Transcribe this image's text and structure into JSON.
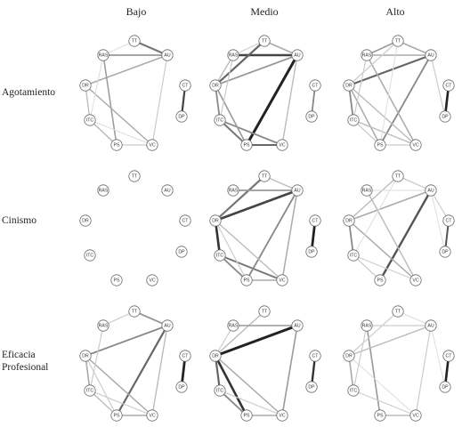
{
  "columns": [
    "Bajo",
    "Medio",
    "Alto"
  ],
  "rows": [
    "Agotamiento",
    "Cinismo",
    "Eficacia Profesional"
  ],
  "row_lines": [
    [
      "Agotamiento"
    ],
    [
      "Cinismo"
    ],
    [
      "Eficacia",
      "Profesional"
    ]
  ],
  "nodes": [
    "TT",
    "AU",
    "CT",
    "DP",
    "VC",
    "PS",
    "ITC",
    "DR",
    "RAS"
  ],
  "networks": [
    {
      "row": "Agotamiento",
      "column": "Bajo",
      "edges": [
        [
          "TT",
          "AU",
          "#777",
          2.2
        ],
        [
          "RAS",
          "AU",
          "#999",
          1.8
        ],
        [
          "DR",
          "AU",
          "#aaa",
          1.5
        ],
        [
          "RAS",
          "PS",
          "#999",
          1.5
        ],
        [
          "DR",
          "VC",
          "#aaa",
          1.4
        ],
        [
          "AU",
          "VC",
          "#ccc",
          1.2
        ],
        [
          "ITC",
          "PS",
          "#bbb",
          1.5
        ],
        [
          "DR",
          "ITC",
          "#bbb",
          1.3
        ],
        [
          "RAS",
          "ITC",
          "#ddd",
          1.0
        ],
        [
          "TT",
          "RAS",
          "#ddd",
          1.0
        ],
        [
          "CT",
          "DP",
          "#444",
          2.2
        ],
        [
          "PS",
          "VC",
          "#ccc",
          1.2
        ],
        [
          "ITC",
          "VC",
          "#ddd",
          1.0
        ]
      ]
    },
    {
      "row": "Agotamiento",
      "column": "Medio",
      "edges": [
        [
          "RAS",
          "AU",
          "#444",
          2.6
        ],
        [
          "TT",
          "DR",
          "#666",
          2.2
        ],
        [
          "PS",
          "AU",
          "#222",
          3.0
        ],
        [
          "DR",
          "AU",
          "#999",
          1.8
        ],
        [
          "DR",
          "ITC",
          "#888",
          1.8
        ],
        [
          "ITC",
          "PS",
          "#777",
          2.0
        ],
        [
          "ITC",
          "VC",
          "#888",
          1.8
        ],
        [
          "PS",
          "VC",
          "#666",
          2.0
        ],
        [
          "DR",
          "PS",
          "#999",
          1.6
        ],
        [
          "AU",
          "VC",
          "#bbb",
          1.4
        ],
        [
          "TT",
          "AU",
          "#aaa",
          1.6
        ],
        [
          "RAS",
          "DR",
          "#bbb",
          1.4
        ],
        [
          "CT",
          "DP",
          "#888",
          1.8
        ],
        [
          "TT",
          "RAS",
          "#ccc",
          1.2
        ],
        [
          "RAS",
          "ITC",
          "#ccc",
          1.2
        ]
      ]
    },
    {
      "row": "Agotamiento",
      "column": "Alto",
      "edges": [
        [
          "RAS",
          "TT",
          "#999",
          1.6
        ],
        [
          "DR",
          "AU",
          "#666",
          2.2
        ],
        [
          "RAS",
          "AU",
          "#aaa",
          1.5
        ],
        [
          "TT",
          "AU",
          "#aaa",
          1.6
        ],
        [
          "DR",
          "ITC",
          "#888",
          1.8
        ],
        [
          "PS",
          "AU",
          "#888",
          1.8
        ],
        [
          "DR",
          "PS",
          "#aaa",
          1.5
        ],
        [
          "ITC",
          "VC",
          "#bbb",
          1.4
        ],
        [
          "RAS",
          "VC",
          "#aaa",
          1.5
        ],
        [
          "TT",
          "DR",
          "#ccc",
          1.3
        ],
        [
          "AU",
          "DP",
          "#ccc",
          1.2
        ],
        [
          "CT",
          "DP",
          "#222",
          2.6
        ],
        [
          "DR",
          "VC",
          "#bbb",
          1.4
        ],
        [
          "TT",
          "PS",
          "#ddd",
          1.0
        ],
        [
          "RAS",
          "ITC",
          "#ccc",
          1.2
        ],
        [
          "PS",
          "VC",
          "#ccc",
          1.2
        ],
        [
          "ITC",
          "PS",
          "#ccc",
          1.2
        ]
      ]
    },
    {
      "row": "Cinismo",
      "column": "Bajo",
      "edges": []
    },
    {
      "row": "Cinismo",
      "column": "Medio",
      "edges": [
        [
          "TT",
          "DR",
          "#777",
          2.2
        ],
        [
          "DR",
          "AU",
          "#444",
          2.6
        ],
        [
          "RAS",
          "AU",
          "#999",
          1.8
        ],
        [
          "DR",
          "ITC",
          "#333",
          2.6
        ],
        [
          "ITC",
          "VC",
          "#777",
          2.0
        ],
        [
          "PS",
          "AU",
          "#888",
          1.8
        ],
        [
          "ITC",
          "PS",
          "#888",
          1.8
        ],
        [
          "PS",
          "VC",
          "#aaa",
          1.5
        ],
        [
          "DR",
          "VC",
          "#bbb",
          1.4
        ],
        [
          "AU",
          "VC",
          "#aaa",
          1.5
        ],
        [
          "CT",
          "DP",
          "#222",
          2.8
        ],
        [
          "TT",
          "AU",
          "#bbb",
          1.4
        ],
        [
          "DR",
          "PS",
          "#ccc",
          1.2
        ]
      ]
    },
    {
      "row": "Cinismo",
      "column": "Alto",
      "edges": [
        [
          "PS",
          "AU",
          "#555",
          2.4
        ],
        [
          "DR",
          "AU",
          "#aaa",
          1.6
        ],
        [
          "TT",
          "DR",
          "#bbb",
          1.4
        ],
        [
          "DR",
          "ITC",
          "#888",
          1.8
        ],
        [
          "DR",
          "VC",
          "#aaa",
          1.5
        ],
        [
          "RAS",
          "VC",
          "#bbb",
          1.4
        ],
        [
          "AU",
          "CT",
          "#ccc",
          1.2
        ],
        [
          "ITC",
          "PS",
          "#ccc",
          1.2
        ],
        [
          "TT",
          "AU",
          "#ccc",
          1.3
        ],
        [
          "ITC",
          "VC",
          "#ccc",
          1.2
        ],
        [
          "CT",
          "DP",
          "#555",
          2.0
        ],
        [
          "AU",
          "DP",
          "#ddd",
          1.0
        ],
        [
          "RAS",
          "AU",
          "#ddd",
          1.0
        ],
        [
          "TT",
          "ITC",
          "#ddd",
          1.0
        ]
      ]
    },
    {
      "row": "Eficacia Profesional",
      "column": "Bajo",
      "edges": [
        [
          "TT",
          "AU",
          "#999",
          1.8
        ],
        [
          "DR",
          "AU",
          "#888",
          1.8
        ],
        [
          "PS",
          "AU",
          "#666",
          2.2
        ],
        [
          "DR",
          "ITC",
          "#aaa",
          1.6
        ],
        [
          "DR",
          "VC",
          "#aaa",
          1.5
        ],
        [
          "ITC",
          "PS",
          "#bbb",
          1.4
        ],
        [
          "PS",
          "VC",
          "#aaa",
          1.5
        ],
        [
          "AU",
          "VC",
          "#bbb",
          1.4
        ],
        [
          "RAS",
          "ITC",
          "#ccc",
          1.2
        ],
        [
          "CT",
          "DP",
          "#222",
          2.8
        ],
        [
          "TT",
          "RAS",
          "#ccc",
          1.2
        ],
        [
          "ITC",
          "VC",
          "#ccc",
          1.2
        ],
        [
          "DR",
          "PS",
          "#ccc",
          1.2
        ]
      ]
    },
    {
      "row": "Eficacia Profesional",
      "column": "Medio",
      "edges": [
        [
          "DR",
          "AU",
          "#222",
          3.0
        ],
        [
          "TT",
          "DR",
          "#bbb",
          1.4
        ],
        [
          "RAS",
          "AU",
          "#999",
          1.6
        ],
        [
          "DR",
          "PS",
          "#333",
          2.6
        ],
        [
          "DR",
          "ITC",
          "#666",
          2.2
        ],
        [
          "ITC",
          "PS",
          "#888",
          1.8
        ],
        [
          "PS",
          "VC",
          "#aaa",
          1.5
        ],
        [
          "AU",
          "VC",
          "#999",
          1.6
        ],
        [
          "DR",
          "VC",
          "#aaa",
          1.5
        ],
        [
          "CT",
          "DP",
          "#333",
          2.4
        ],
        [
          "RAS",
          "DR",
          "#ccc",
          1.2
        ],
        [
          "ITC",
          "VC",
          "#ccc",
          1.2
        ]
      ]
    },
    {
      "row": "Eficacia Profesional",
      "column": "Alto",
      "edges": [
        [
          "RAS",
          "PS",
          "#999",
          1.6
        ],
        [
          "DR",
          "ITC",
          "#aaa",
          1.6
        ],
        [
          "DR",
          "AU",
          "#bbb",
          1.4
        ],
        [
          "TT",
          "DR",
          "#ccc",
          1.2
        ],
        [
          "RAS",
          "AU",
          "#ccc",
          1.2
        ],
        [
          "ITC",
          "VC",
          "#ccc",
          1.2
        ],
        [
          "PS",
          "VC",
          "#bbb",
          1.4
        ],
        [
          "AU",
          "VC",
          "#ccc",
          1.2
        ],
        [
          "CT",
          "DP",
          "#222",
          2.6
        ],
        [
          "TT",
          "AU",
          "#ddd",
          1.0
        ],
        [
          "DR",
          "VC",
          "#ddd",
          1.0
        ],
        [
          "RAS",
          "ITC",
          "#ccc",
          1.2
        ],
        [
          "AU",
          "DP",
          "#ddd",
          1.0
        ]
      ]
    }
  ]
}
